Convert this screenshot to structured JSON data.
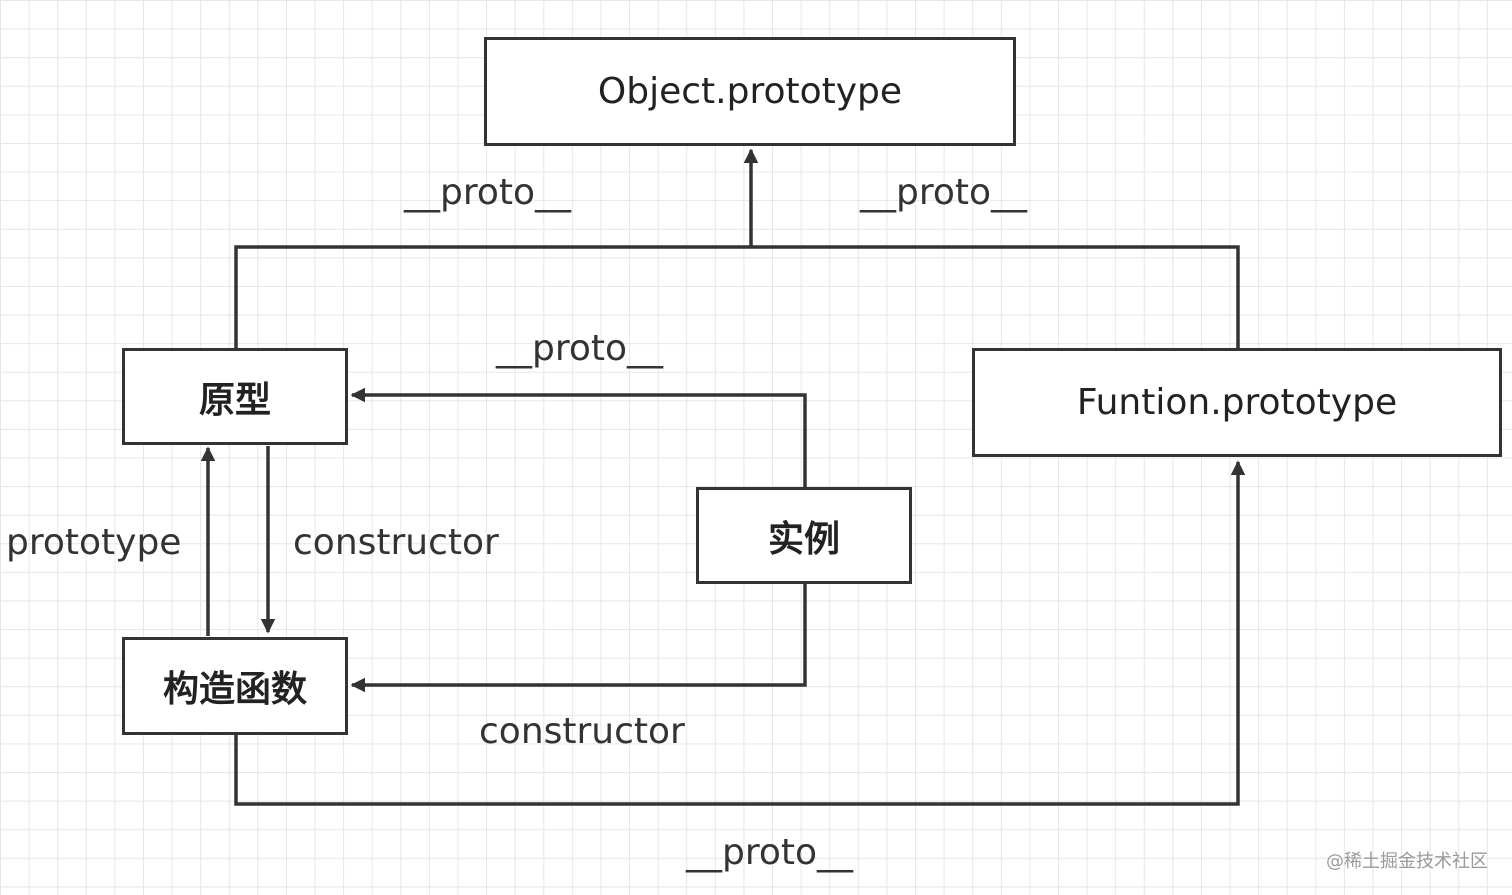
{
  "nodes": {
    "object_prototype": "Object.prototype",
    "prototype_obj": "原型",
    "function_prototype": "Funtion.prototype",
    "instance": "实例",
    "constructor_fn": "构造函数"
  },
  "labels": {
    "proto_left_top": "__proto__",
    "proto_right_top": "__proto__",
    "proto_middle": "__proto__",
    "prototype": "prototype",
    "constructor_left": "constructor",
    "constructor_bottom": "constructor",
    "proto_bottom": "__proto__"
  },
  "watermark": "@稀土掘金技术社区",
  "colors": {
    "line": "#333333",
    "grid": "#e6e6e6"
  }
}
